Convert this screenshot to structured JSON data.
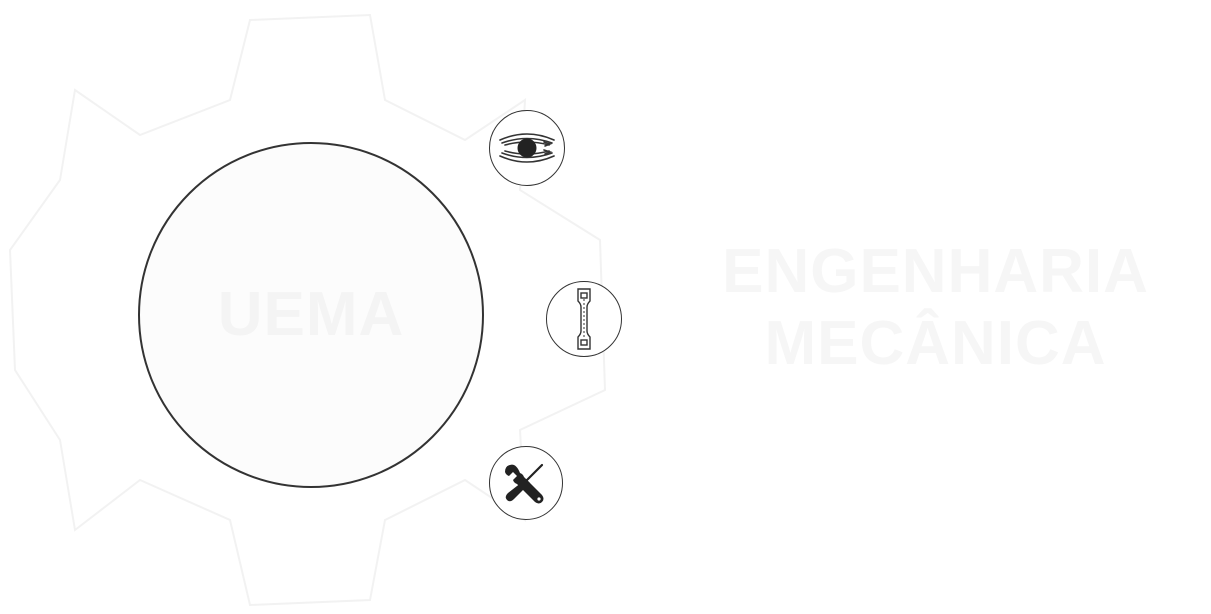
{
  "logo": {
    "text": "UEMA"
  },
  "title": {
    "line1": "ENGENHARIA",
    "line2": "MECÂNICA"
  },
  "buttons": [
    {
      "icon": "eye-icon"
    },
    {
      "icon": "tensile-specimen-icon"
    },
    {
      "icon": "wrench-screwdriver-icon"
    }
  ],
  "colors": {
    "outline": "#333333",
    "watermark_gear": "#f4f4f4",
    "watermark_text": "#f6f6f6",
    "background": "#ffffff"
  }
}
